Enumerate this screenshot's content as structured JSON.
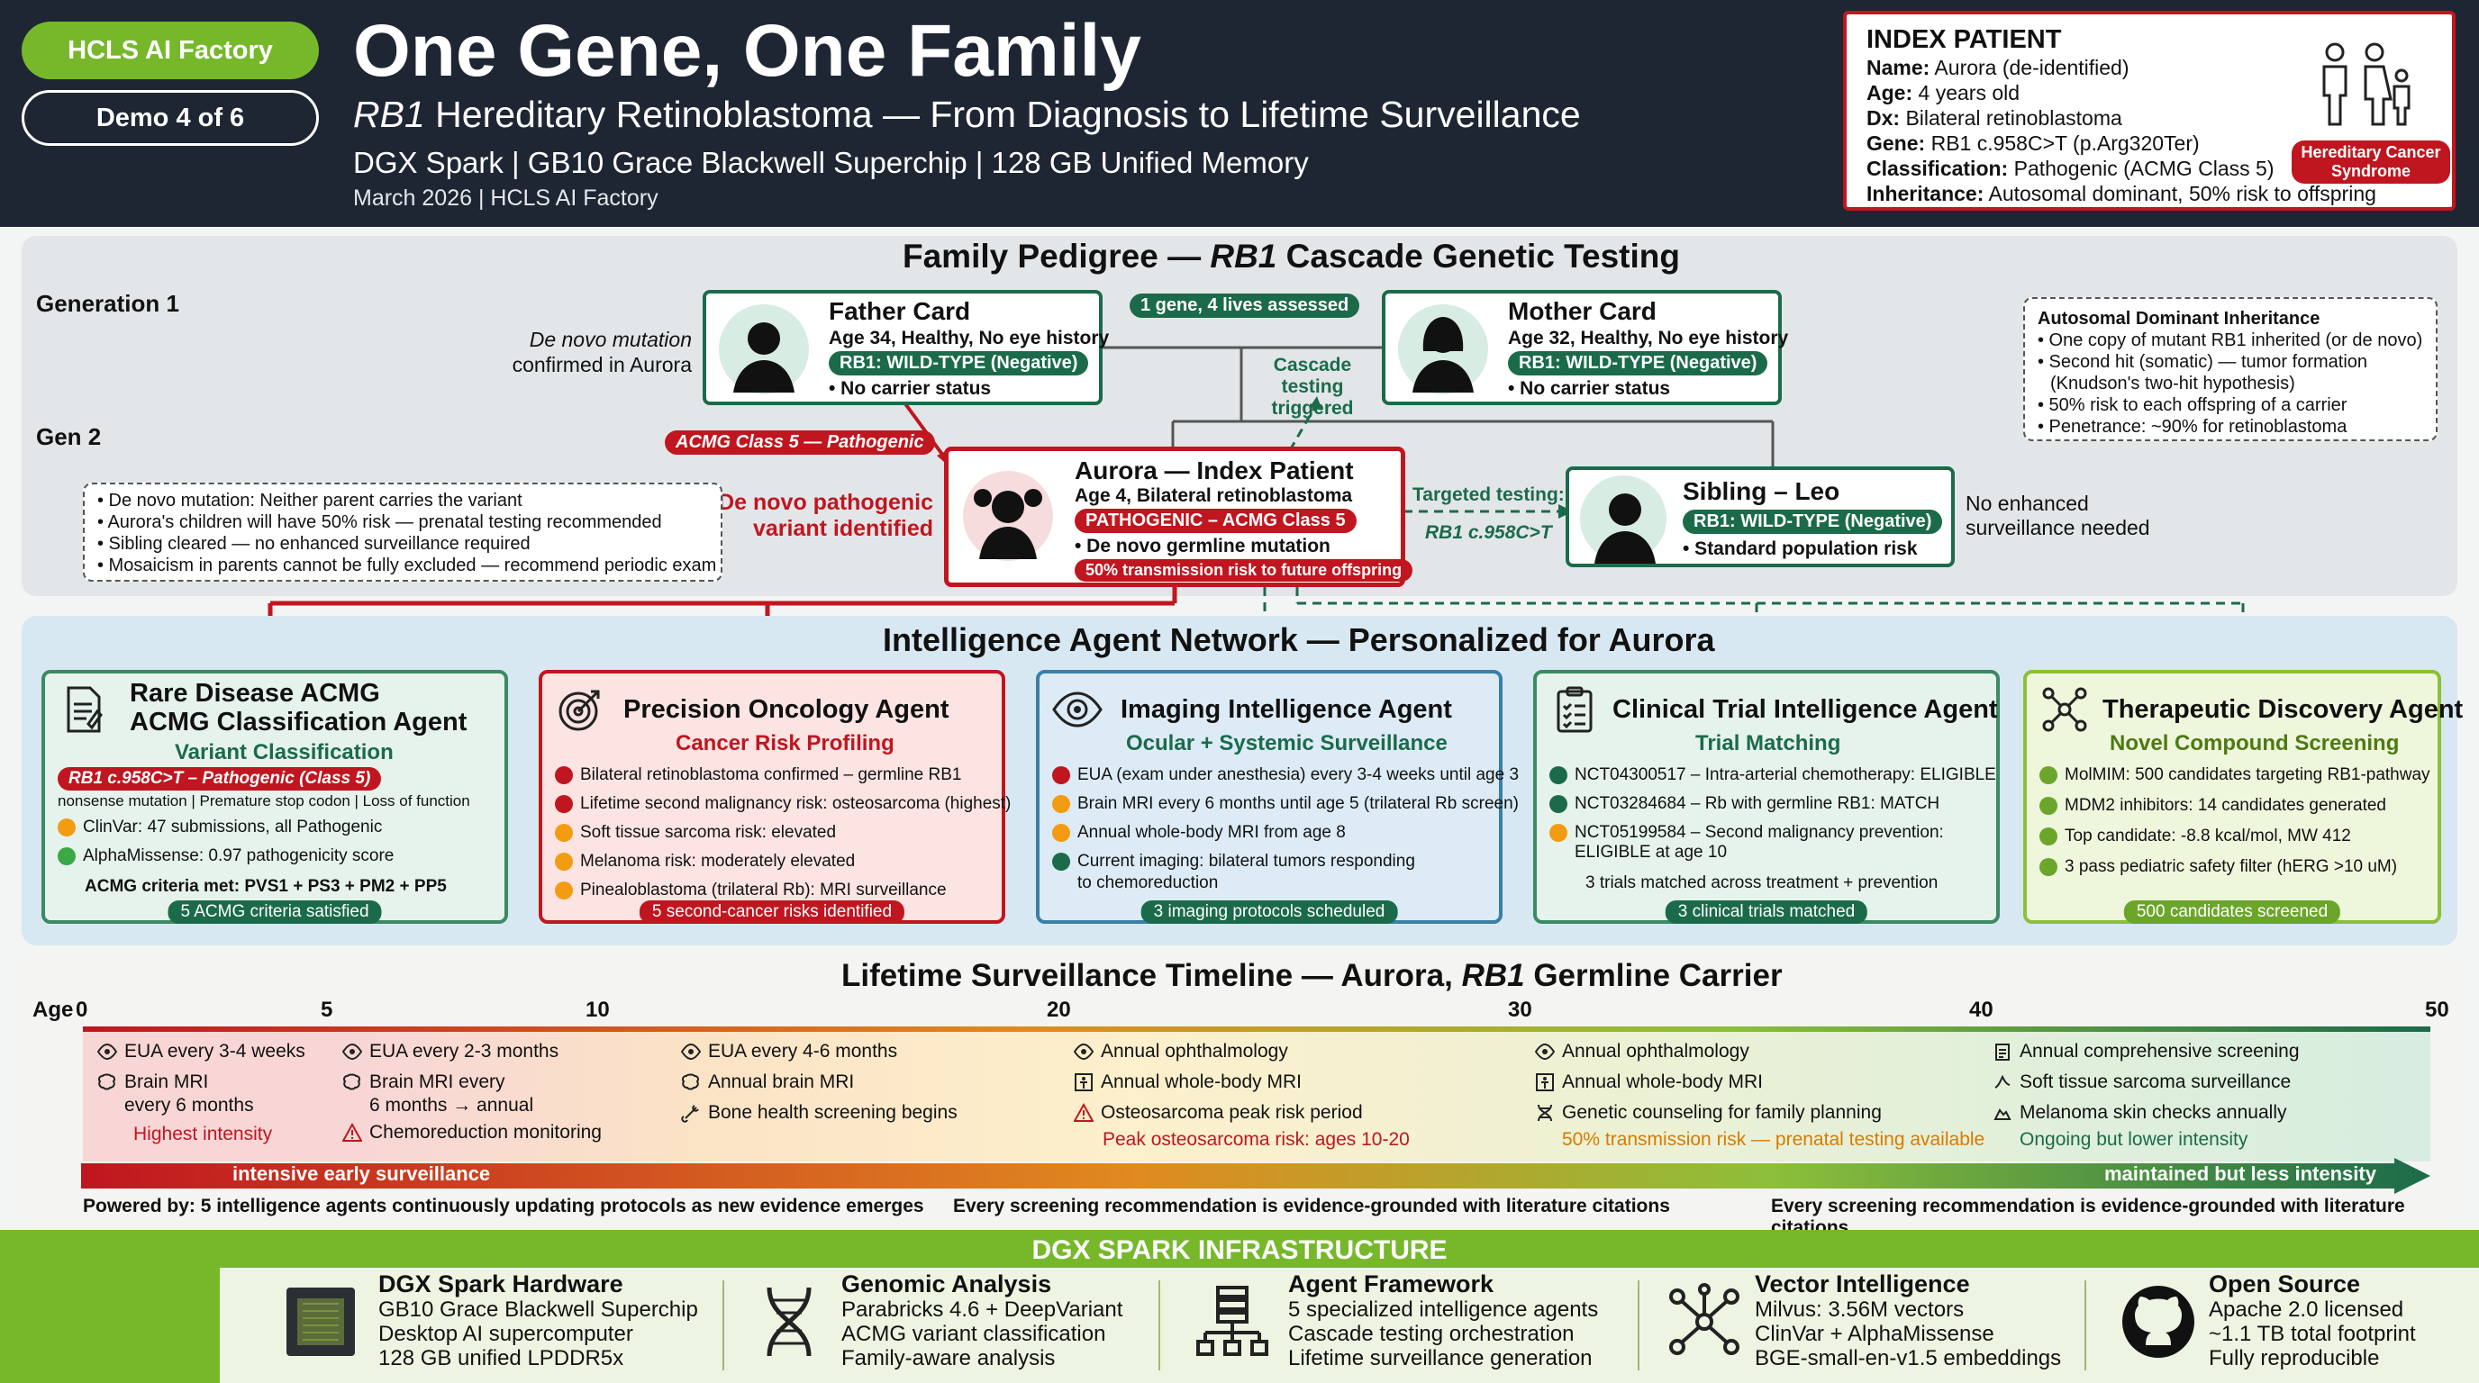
{
  "header": {
    "badge": "HCLS AI Factory",
    "demo": "Demo 4 of 6",
    "title": "One Gene, One Family",
    "subtitle_gene": "RB1",
    "subtitle_rest": " Hereditary Retinoblastoma — From Diagnosis to Lifetime Surveillance",
    "hardware": "DGX Spark | GB10 Grace Blackwell Superchip | 128 GB Unified Memory",
    "date": "March 2026 | HCLS AI Factory"
  },
  "index_patient": {
    "title": "INDEX PATIENT",
    "rows": [
      {
        "k": "Name:",
        "v": " Aurora (de-identified)"
      },
      {
        "k": "Age:",
        "v": " 4 years old"
      },
      {
        "k": "Dx:",
        "v": " Bilateral retinoblastoma"
      },
      {
        "k": "Gene:",
        "v": " RB1 c.958C>T (p.Arg320Ter)"
      },
      {
        "k": "Classification:",
        "v": " Pathogenic (ACMG Class 5)"
      },
      {
        "k": "Inheritance:",
        "v": " Autosomal dominant, 50% risk to offspring"
      }
    ],
    "badge": "Hereditary Cancer Syndrome"
  },
  "pedigree": {
    "title_pre": "Family Pedigree — ",
    "title_gene": "RB1",
    "title_post": " Cascade Genetic Testing",
    "gen1": "Generation 1",
    "gen2": "Gen 2",
    "denovo_note_1": "De novo mutation",
    "denovo_note_2": "confirmed in Aurora",
    "father": {
      "name": "Father Card",
      "line": "Age 34, Healthy, No eye history",
      "badge": "RB1: WILD-TYPE (Negative)",
      "status": "• No carrier status"
    },
    "mother": {
      "name": "Mother Card",
      "line": "Age 32, Healthy, No eye history",
      "badge": "RB1: WILD-TYPE (Negative)",
      "status": "• No carrier status"
    },
    "assessed": "1 gene, 4 lives assessed",
    "cascade_1": "Cascade testing",
    "cascade_2": "triggered",
    "acmg_tag": "ACMG Class 5 — Pathogenic",
    "denovo_variant_1": "De novo pathogenic",
    "denovo_variant_2": "variant identified",
    "aurora": {
      "name": "Aurora — Index Patient",
      "line": "Age 4, Bilateral retinoblastoma",
      "badge": "PATHOGENIC – ACMG Class 5",
      "status": "• De novo germline mutation",
      "risk": "50% transmission risk to future offspring"
    },
    "targeted_1": "Targeted testing:",
    "targeted_2": "RB1 c.958C>T",
    "sibling": {
      "name": "Sibling – Leo",
      "badge": "RB1: WILD-TYPE (Negative)",
      "status": "• Standard population risk"
    },
    "no_surv_1": "No enhanced",
    "no_surv_2": "surveillance needed",
    "inheritance": {
      "title": "Autosomal Dominant Inheritance",
      "items": [
        "• One copy of mutant RB1 inherited (or de novo)",
        "• Second hit (somatic) — tumor formation",
        "  (Knudson's two-hit hypothesis)",
        "• 50% risk to each offspring of a carrier",
        "• Penetrance: ~90% for retinoblastoma"
      ]
    },
    "notes": [
      "• De novo mutation: Neither parent carries the variant",
      "• Aurora's children will have 50% risk — prenatal testing recommended",
      "• Sibling cleared — no enhanced surveillance required",
      "• Mosaicism in parents cannot be fully excluded — recommend periodic exam"
    ]
  },
  "agents": {
    "title": "Intelligence Agent Network — Personalized for Aurora",
    "list": [
      {
        "t1": "Rare Disease ACMG",
        "t2": "ACMG Classification Agent",
        "sub": "Variant Classification",
        "badge": "RB1 c.958C>T – Pathogenic (Class 5)",
        "badge_sub": "nonsense mutation | Premature stop codon | Loss of function",
        "items": [
          "ClinVar: 47 submissions, all Pathogenic",
          "AlphaMissense: 0.97 pathogenicity score"
        ],
        "crit": "ACMG criteria met: PVS1 + PS3 + PM2 + PP5",
        "foot": "5 ACMG criteria satisfied"
      },
      {
        "t1": "Precision Oncology Agent",
        "sub": "Cancer Risk Profiling",
        "items": [
          "Bilateral retinoblastoma confirmed – germline RB1",
          "Lifetime second malignancy risk: osteosarcoma (highest)",
          "Soft tissue sarcoma risk: elevated",
          "Melanoma risk: moderately elevated",
          "Pinealoblastoma (trilateral Rb): MRI surveillance"
        ],
        "foot": "5 second-cancer risks identified"
      },
      {
        "t1": "Imaging Intelligence Agent",
        "sub": "Ocular + Systemic Surveillance",
        "items": [
          "EUA (exam under anesthesia) every 3-4 weeks until age 3",
          "Brain MRI every 6 months until age 5 (trilateral Rb screen)",
          "Annual whole-body MRI from age 8",
          "Current imaging: bilateral tumors responding",
          "to chemoreduction"
        ],
        "foot": "3 imaging protocols scheduled"
      },
      {
        "t1": "Clinical Trial Intelligence Agent",
        "sub": "Trial Matching",
        "items": [
          "NCT04300517 – Intra-arterial chemotherapy: ELIGIBLE",
          "NCT03284684 – Rb with germline RB1: MATCH",
          "NCT05199584 – Second malignancy prevention:",
          "ELIGIBLE at age 10"
        ],
        "crit": "3 trials matched across treatment + prevention",
        "foot": "3 clinical trials matched"
      },
      {
        "t1": "Therapeutic Discovery Agent",
        "sub": "Novel Compound Screening",
        "items": [
          "MolMIM: 500 candidates targeting RB1-pathway",
          "MDM2 inhibitors: 14 candidates generated",
          "Top candidate: -8.8 kcal/mol, MW 412",
          "3 pass pediatric safety filter (hERG >10 uM)"
        ],
        "foot": "500 candidates screened"
      }
    ]
  },
  "timeline": {
    "title_pre": "Lifetime Surveillance Timeline — Aurora, ",
    "title_gene": "RB1",
    "title_post": " Germline Carrier",
    "age_label": "Age",
    "ages": [
      "0",
      "5",
      "10",
      "20",
      "30",
      "40",
      "50"
    ],
    "cols": [
      {
        "lines": [
          "EUA every 3-4 weeks",
          "Brain MRI",
          "every 6 months"
        ],
        "red": "Highest intensity"
      },
      {
        "lines": [
          "EUA every 2-3 months",
          "Brain MRI every",
          "6 months → annual",
          "Chemoreduction monitoring"
        ]
      },
      {
        "lines": [
          "EUA every 4-6 months",
          "Annual brain MRI",
          "Bone health screening begins"
        ]
      },
      {
        "lines": [
          "Annual ophthalmology",
          "Annual whole-body MRI",
          "Osteosarcoma peak risk period"
        ],
        "red": "Peak osteosarcoma risk: ages 10-20"
      },
      {
        "lines": [
          "Annual ophthalmology",
          "Annual whole-body MRI",
          "Genetic counseling for family planning"
        ],
        "red": "50% transmission risk — prenatal testing available"
      },
      {
        "lines": [
          "Annual comprehensive screening",
          "Soft tissue sarcoma surveillance",
          "Melanoma skin checks annually"
        ],
        "red": "Ongoing but lower intensity"
      }
    ],
    "bar_left": "intensive early surveillance",
    "bar_right": "maintained but less intensity",
    "foot_1": "Powered by: 5 intelligence agents continuously updating protocols as new evidence emerges",
    "foot_2": "Every screening recommendation is evidence-grounded with literature citations",
    "foot_3": "Every screening recommendation is evidence-grounded with literature citations"
  },
  "infra": {
    "title": "DGX SPARK INFRASTRUCTURE",
    "cols": [
      {
        "t": "DGX Spark Hardware",
        "l": [
          "GB10 Grace Blackwell Superchip",
          "Desktop AI supercomputer",
          "128 GB unified LPDDR5x"
        ]
      },
      {
        "t": "Genomic Analysis",
        "l": [
          "Parabricks 4.6 + DeepVariant",
          "ACMG variant classification",
          "Family-aware analysis"
        ]
      },
      {
        "t": "Agent Framework",
        "l": [
          "5 specialized intelligence agents",
          "Cascade testing orchestration",
          "Lifetime surveillance generation"
        ]
      },
      {
        "t": "Vector Intelligence",
        "l": [
          "Milvus: 3.56M vectors",
          "ClinVar + AlphaMissense",
          "BGE-small-en-v1.5 embeddings"
        ]
      },
      {
        "t": "Open Source",
        "l": [
          "Apache 2.0 licensed",
          "~1.1 TB total footprint",
          "Fully reproducible"
        ]
      }
    ]
  },
  "colors": {
    "nvidia_green": "#76b82a",
    "dark": "#1e2633",
    "red": "#c0161f",
    "green": "#1b6b4a"
  }
}
